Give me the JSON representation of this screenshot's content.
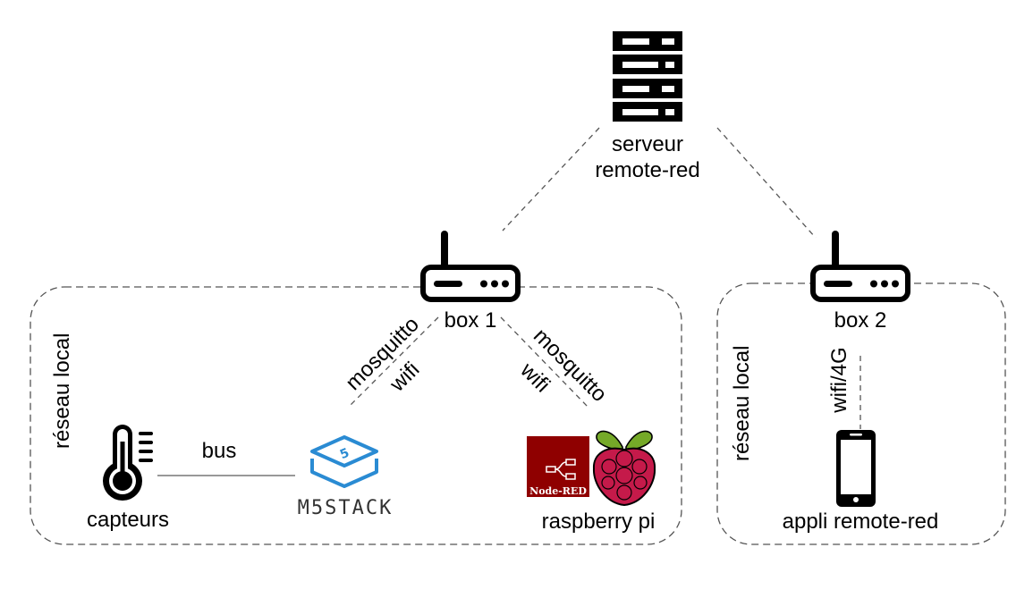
{
  "server": {
    "line1": "serveur",
    "line2": "remote-red",
    "icon": "server-icon"
  },
  "box1": {
    "label": "box 1",
    "icon": "router-icon"
  },
  "box2": {
    "label": "box 2",
    "icon": "router-icon"
  },
  "network1": {
    "label": "réseau local"
  },
  "network2": {
    "label": "réseau local"
  },
  "links": {
    "left_protocol": "mosquitto",
    "left_medium": "wifi",
    "right_protocol": "mosquitto",
    "right_medium": "wifi",
    "sensor_bus": "bus",
    "phone_link": "wifi/4G"
  },
  "devices": {
    "sensors": {
      "label": "capteurs",
      "icon": "thermometer-icon"
    },
    "m5stack": {
      "logo_text": "M5STACK",
      "logo_glyph": "5",
      "icon": "m5stack-logo"
    },
    "raspberry": {
      "label": "raspberry pi",
      "nodered_text": "Node-RED",
      "icon": "raspberry-pi-logo"
    },
    "phone": {
      "label": "appli remote-red",
      "icon": "smartphone-icon"
    }
  },
  "colors": {
    "line": "#555555",
    "nodered": "#8f0000",
    "raspberry_red": "#c51a4a",
    "raspberry_green": "#75a928",
    "m5stack_blue": "#2a8bd3"
  }
}
